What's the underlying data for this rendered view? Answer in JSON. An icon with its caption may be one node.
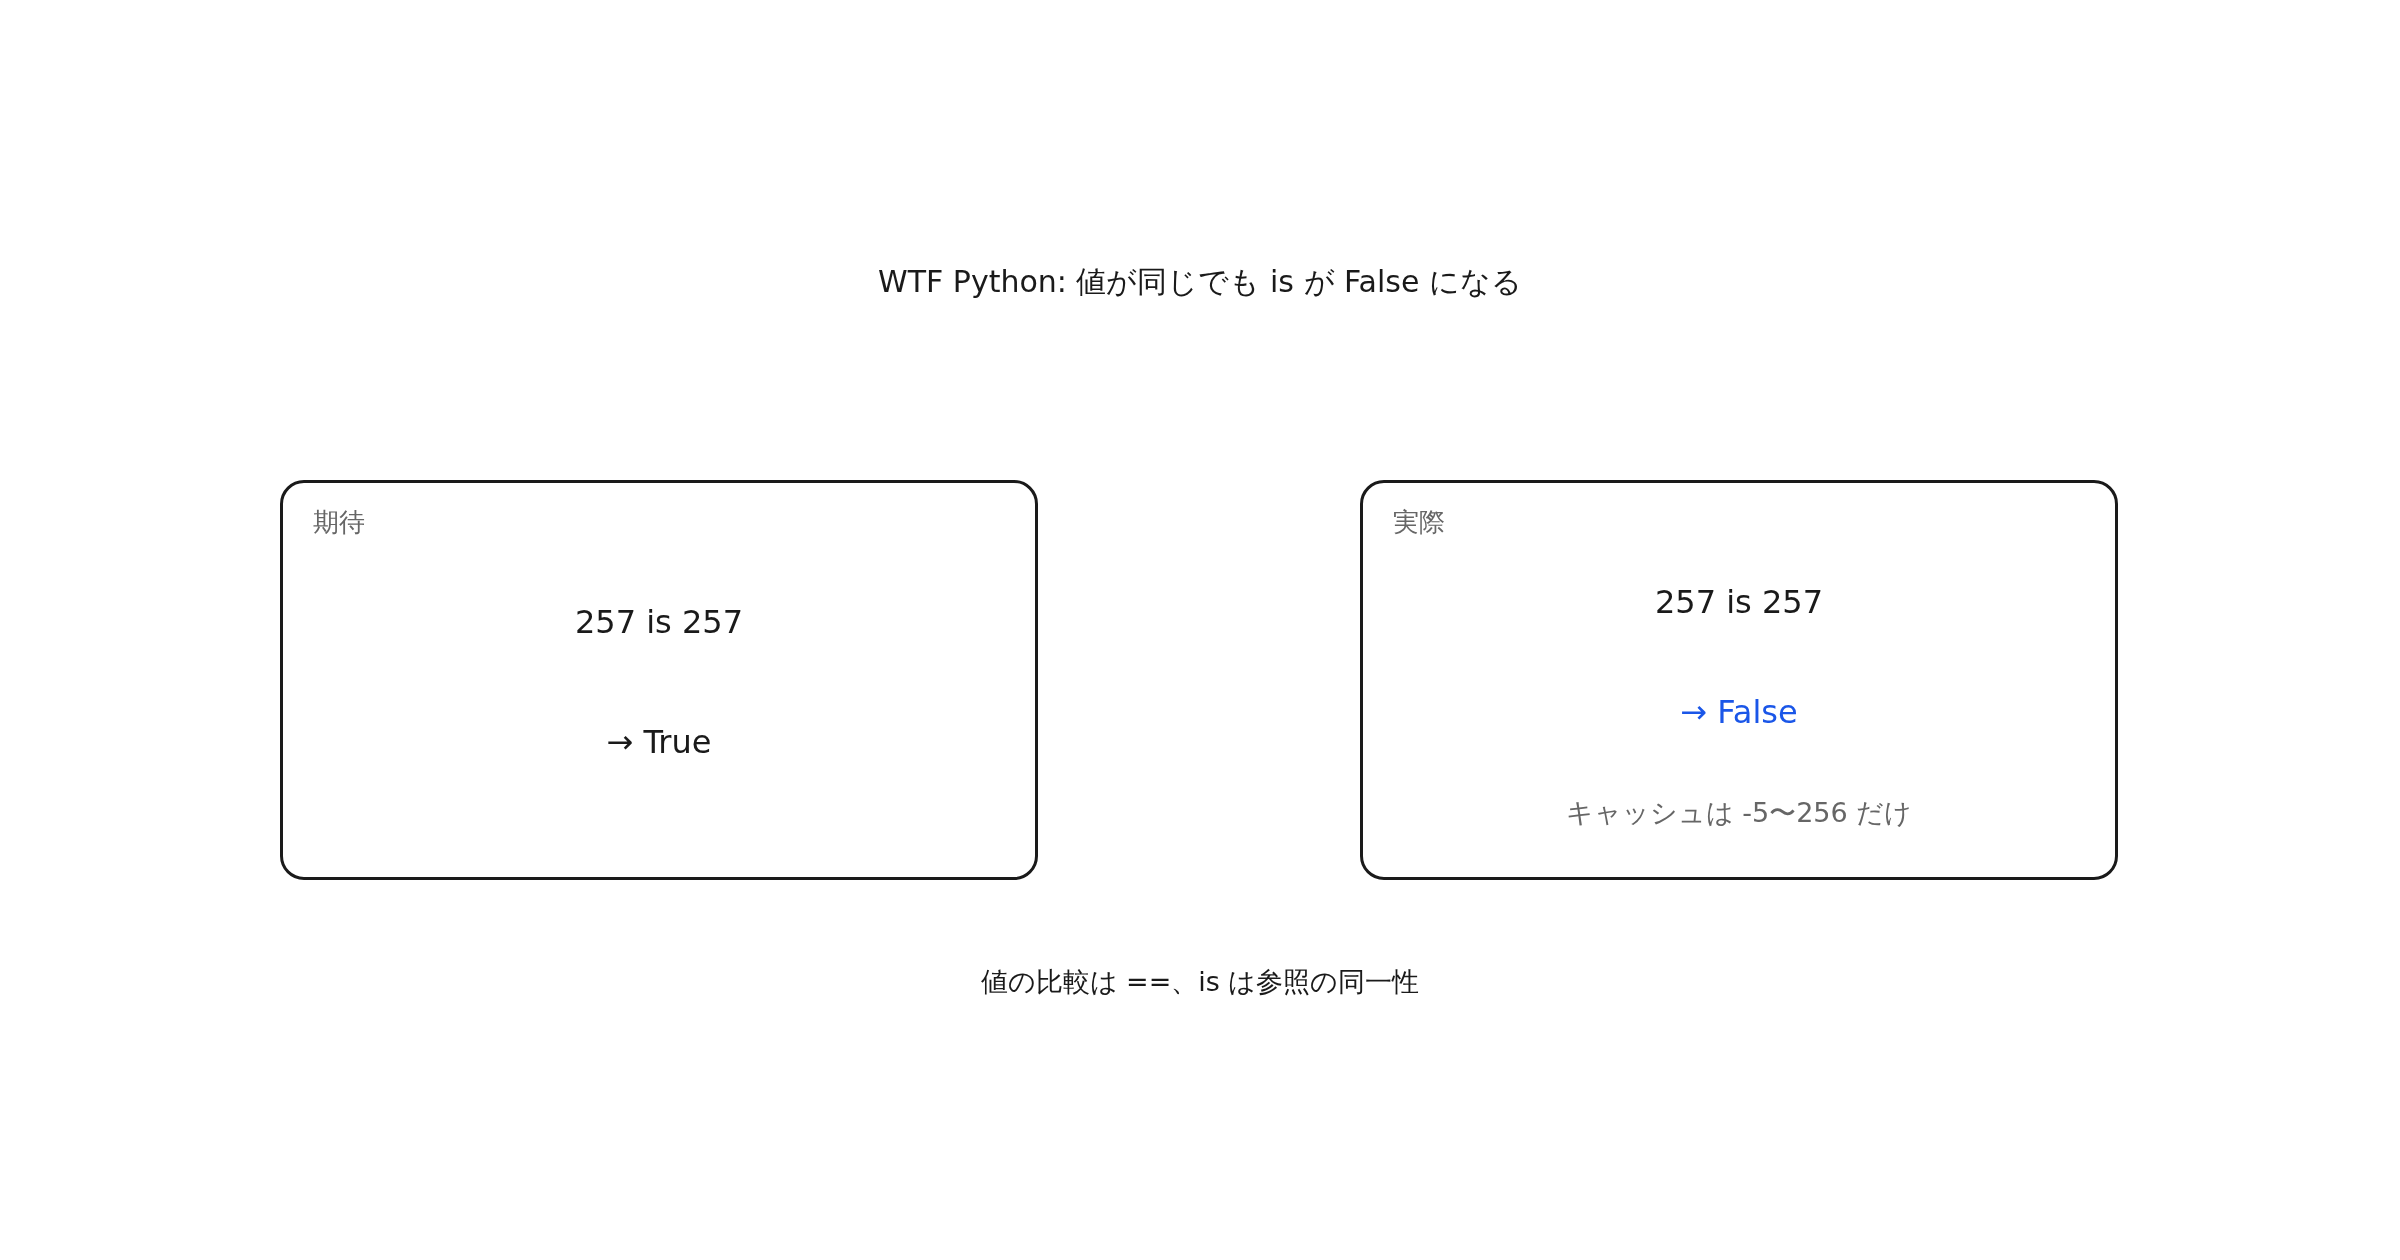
{
  "diagram": {
    "title": "WTF Python: 値が同じでも is が False になる",
    "nodes": [
      {
        "text": [
          "期待",
          "257 is 257",
          "→ True"
        ]
      },
      {
        "text": [
          "実際",
          "257 is 257",
          "→ False",
          "キャッシュは -5〜256 だけ"
        ]
      }
    ],
    "caption": "値の比較は ==、is は参照の同一性"
  }
}
